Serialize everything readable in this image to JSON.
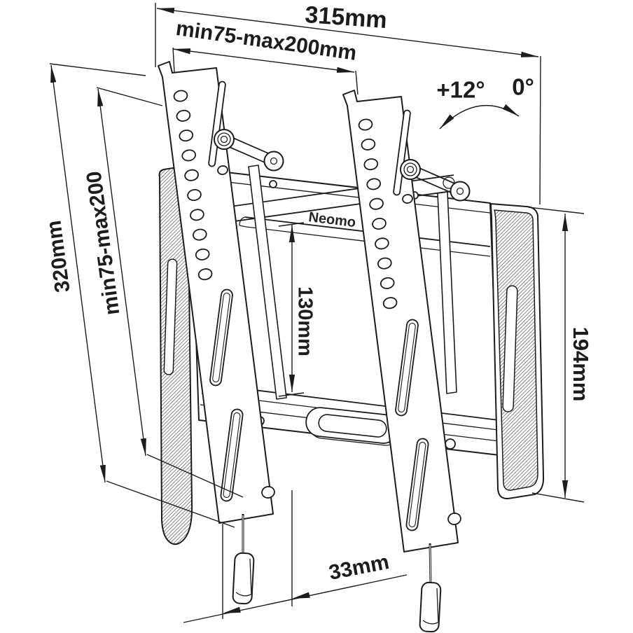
{
  "drawing": {
    "brand_label": "Neomo",
    "dims": {
      "total_width": "315mm",
      "vesa_width": "min75-max200mm",
      "total_height": "320mm",
      "vesa_height": "min75-max200",
      "center_height": "130mm",
      "side_rail_height": "194mm",
      "wall_distance": "33mm",
      "tilt_max": "+12°",
      "tilt_min": "0°"
    },
    "colors": {
      "line": "#1c1c1c",
      "background": "#ffffff"
    }
  }
}
